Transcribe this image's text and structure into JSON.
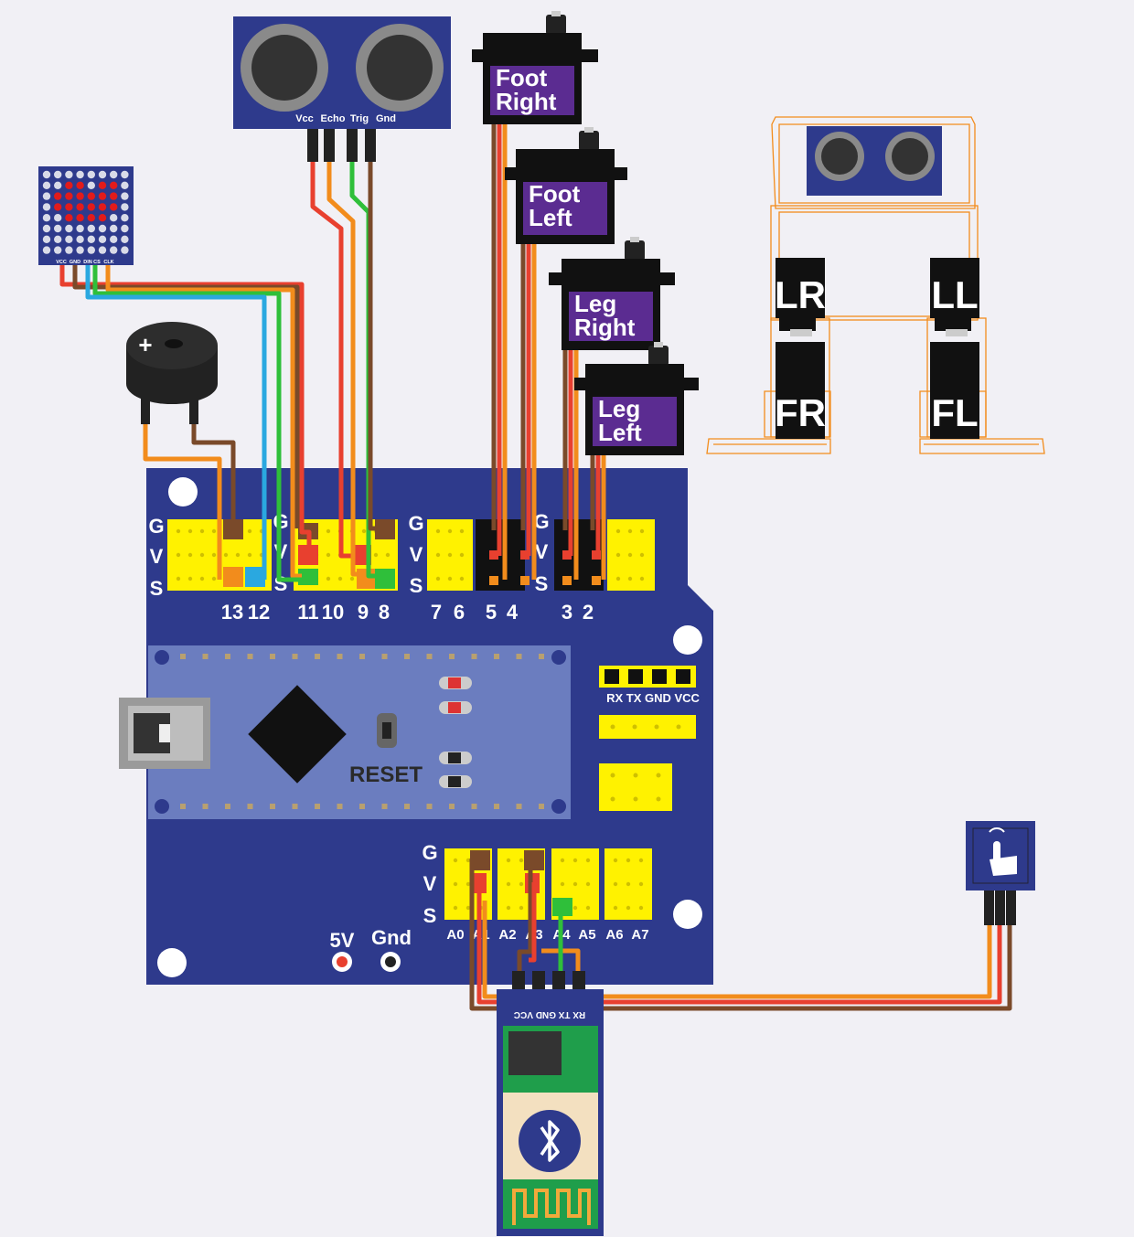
{
  "ultrasonic": {
    "pins": [
      "Vcc",
      "Echo",
      "Trig",
      "Gnd"
    ]
  },
  "matrix": {
    "pins": [
      "VCC",
      "GND",
      "DIN",
      "CS",
      "CLK"
    ]
  },
  "buzzer": {
    "symbol": "+"
  },
  "servos": [
    {
      "line1": "Foot",
      "line2": "Right"
    },
    {
      "line1": "Foot",
      "line2": "Left"
    },
    {
      "line1": "Leg",
      "line2": "Right"
    },
    {
      "line1": "Leg",
      "line2": "Left"
    }
  ],
  "robot": {
    "labels": [
      "LR",
      "LL",
      "FR",
      "FL"
    ]
  },
  "board": {
    "gvs": [
      "G",
      "V",
      "S"
    ],
    "digital_labels": [
      "13",
      "12",
      "11",
      "10",
      "9",
      "8",
      "7",
      "6",
      "5",
      "4",
      "3",
      "2"
    ],
    "analog_labels": [
      "A0",
      "A1",
      "A2",
      "A3",
      "A4",
      "A5",
      "A6",
      "A7"
    ],
    "serial_header": "RX TX GND VCC",
    "reset_label": "RESET",
    "power_labels": [
      "5V",
      "Gnd"
    ]
  },
  "bluetooth": {
    "pins": "RX TX GND VCC"
  },
  "colors": {
    "board": "#2e3a8c",
    "nano": "#6b7dbf",
    "header": "#fff200",
    "servo_label": "#5b2c91",
    "wire_red": "#e8402f",
    "wire_orange": "#f28c1c",
    "wire_brown": "#7a4a2a",
    "wire_green": "#2fbf3a",
    "wire_blue": "#2aa8e0",
    "frame": "#f28c1c",
    "bluetooth_pcb": "#1f9e4b"
  },
  "icons": [
    "usb-icon",
    "bluetooth-icon",
    "touch-icon",
    "antenna-icon"
  ]
}
